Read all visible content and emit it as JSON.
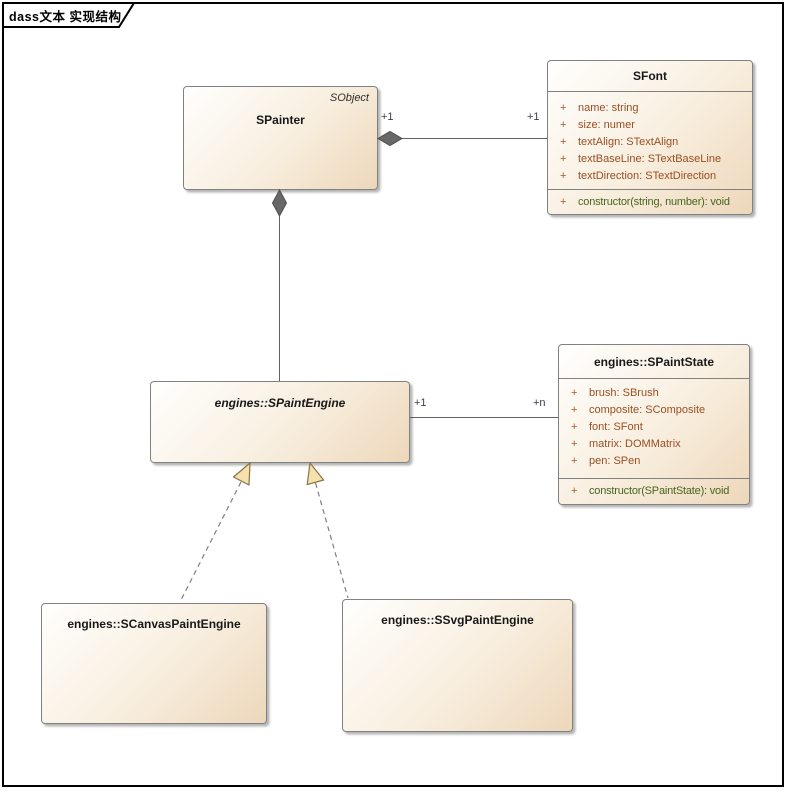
{
  "diagram": {
    "tab_title": "dass文本 实现结构"
  },
  "colors": {
    "frame": "#000000",
    "box-border": "#818181",
    "title-text": "#181818",
    "stereo-text": "#2E2E2E",
    "vis-text": "#A35A2A",
    "attr-text": "#9A4E22",
    "op-text": "#49641E",
    "mult-text": "#39404A",
    "line": "#616161",
    "dash": "#7F7F7F",
    "diamond": "#686868",
    "diamond-stroke": "#4F4F4F",
    "tri-fill": "#F5E0AE",
    "tri-stroke": "#8A7444",
    "fill-start": "#FFFFFE",
    "fill-mid": "#F8EEDE",
    "fill-end": "#EDD7BA"
  },
  "classes": {
    "spainter": {
      "name": "SPainter",
      "stereotype": "SObject"
    },
    "sfont": {
      "name": "SFont",
      "attributes": [
        {
          "vis": "+",
          "text": "name: string"
        },
        {
          "vis": "+",
          "text": "size: numer"
        },
        {
          "vis": "+",
          "text": "textAlign: STextAlign"
        },
        {
          "vis": "+",
          "text": "textBaseLine: STextBaseLine"
        },
        {
          "vis": "+",
          "text": "textDirection: STextDirection"
        }
      ],
      "operations": [
        {
          "vis": "+",
          "text": "constructor(string, number): void"
        }
      ]
    },
    "spaintengine": {
      "name": "engines::SPaintEngine"
    },
    "spaintstate": {
      "name": "engines::SPaintState",
      "attributes": [
        {
          "vis": "+",
          "text": "brush: SBrush"
        },
        {
          "vis": "+",
          "text": "composite: SComposite"
        },
        {
          "vis": "+",
          "text": "font: SFont"
        },
        {
          "vis": "+",
          "text": "matrix: DOMMatrix"
        },
        {
          "vis": "+",
          "text": "pen: SPen"
        }
      ],
      "operations": [
        {
          "vis": "+",
          "text": "constructor(SPaintState): void"
        }
      ]
    },
    "scanvaspaintengine": {
      "name": "engines::SCanvasPaintEngine"
    },
    "ssvgpaintengine": {
      "name": "engines::SSvgPaintEngine"
    }
  },
  "connectors": {
    "painter_font": {
      "type": "composition",
      "source_mult": "+1",
      "target_mult": "+1"
    },
    "painter_engine": {
      "type": "composition"
    },
    "engine_state": {
      "type": "association",
      "source_mult": "+1",
      "target_mult": "+n"
    },
    "canvas_engine": {
      "type": "generalization-dashed"
    },
    "svg_engine": {
      "type": "generalization-dashed"
    }
  }
}
